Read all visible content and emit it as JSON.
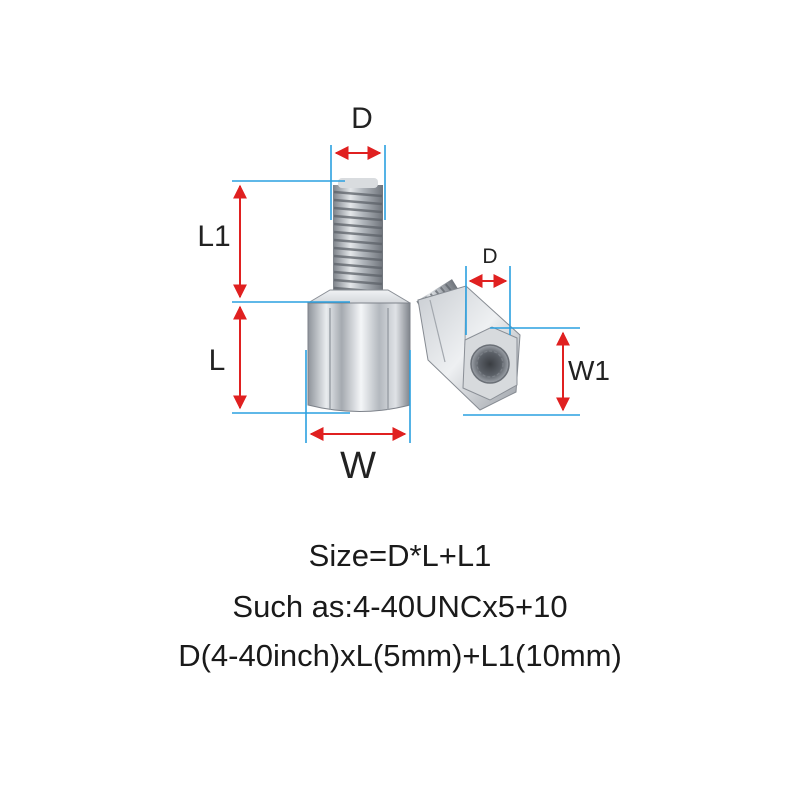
{
  "labels": {
    "d_main": "D",
    "l1": "L1",
    "l": "L",
    "w": "W",
    "d_small": "D",
    "w1": "W1"
  },
  "caption": {
    "line1": "Size=D*L+L1",
    "line2": "Such as:4-40UNCx5+10",
    "line3": "D(4-40inch)xL(5mm)+L1(10mm)"
  },
  "colors": {
    "dimension_arrow": "#e02020",
    "extension_line": "#2aa0e0",
    "metal": "#b8bcc2"
  }
}
